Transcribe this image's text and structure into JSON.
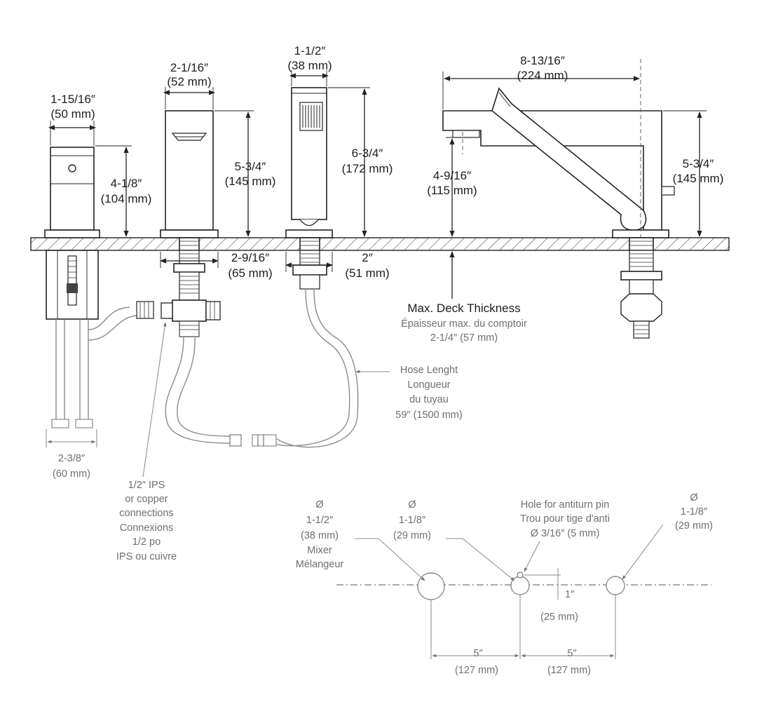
{
  "dimensions": {
    "d_1_15_16": "1-15/16″",
    "d_50mm": "(50 mm)",
    "d_4_1_8": "4-1/8″",
    "d_104mm": "(104 mm)",
    "d_2_1_16": "2-1/16″",
    "d_52mm": "(52 mm)",
    "d_5_3_4_a": "5-3/4″",
    "d_145mm_a": "(145 mm)",
    "d_2_9_16": "2-9/16″",
    "d_65mm": "(65 mm)",
    "d_1_1_2": "1-1/2″",
    "d_38mm": "(38 mm)",
    "d_6_3_4": "6-3/4″",
    "d_172mm": "(172 mm)",
    "d_2in": "2″",
    "d_51mm": "(51 mm)",
    "d_8_13_16": "8-13/16″",
    "d_224mm": "(224 mm)",
    "d_4_9_16": "4-9/16″",
    "d_115mm": "(115 mm)",
    "d_5_3_4_b": "5-3/4″",
    "d_145mm_b": "(145 mm)"
  },
  "deck_note": {
    "line1": "Max. Deck Thickness",
    "line2": "Épaisseur max. du comptoir",
    "line3": "2-1/4″ (57 mm)"
  },
  "hose_note": {
    "line1": "Hose Lenght",
    "line2": "Longueur",
    "line3": "du tuyau",
    "line4": "59″ (1500 mm)"
  },
  "supply_spacing": {
    "line1": "2-3/8″",
    "line2": "(60 mm)"
  },
  "connection_note": {
    "line1": "1/2″ IPS",
    "line2": "or copper",
    "line3": "connections",
    "line4": "Connexions",
    "line5": "1/2 po",
    "line6": "IPS ou cuivre"
  },
  "hole_layout": {
    "h1_line1": "Ø",
    "h1_line2": "1-1/2″",
    "h1_line3": "(38 mm)",
    "h1_line4": "Mixer",
    "h1_line5": "Mélangeur",
    "h2_line1": "Ø",
    "h2_line2": "1-1/8″",
    "h2_line3": "(29 mm)",
    "pin_line1": "Hole for antiturn pin",
    "pin_line2": "Trou pour tige d'anti",
    "pin_line3": "Ø 3/16″ (5 mm)",
    "h3_line1": "Ø",
    "h3_line2": "1-1/8″",
    "h3_line3": "(29 mm)",
    "pin_offset": "(25 mm)",
    "pin_offset_tick": "1″",
    "spacing_a_in": "5″",
    "spacing_a_mm": "(127 mm)",
    "spacing_b_in": "5″",
    "spacing_b_mm": "(127 mm)"
  }
}
